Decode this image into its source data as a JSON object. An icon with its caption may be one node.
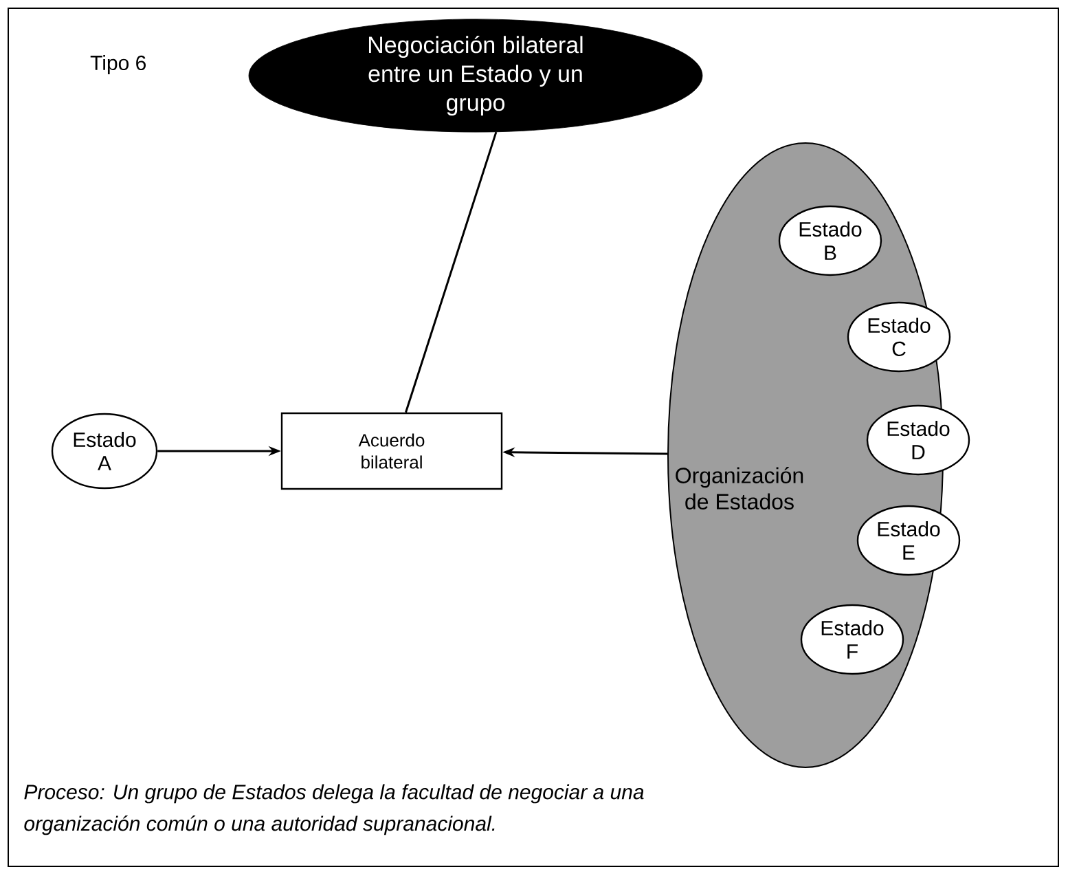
{
  "diagram": {
    "caption": "Proceso: Un grupo de Estados delega la facultad de negociar a una organización común o una autoridad supranacional.",
    "nodes": [
      {
        "text": [
          "Negociación bilateral entre un Estado y un grupo"
        ]
      },
      {
        "text": [
          "Estado A"
        ]
      },
      {
        "text": [
          "Acuerdo bilateral"
        ]
      },
      {
        "text": [
          "Organización de Estados"
        ]
      },
      {
        "text": [
          "Estado B"
        ],
        "in": 3
      },
      {
        "text": [
          "Estado C"
        ],
        "in": 3
      },
      {
        "text": [
          "Estado D"
        ],
        "in": 3
      },
      {
        "text": [
          "Estado E"
        ],
        "in": 3
      },
      {
        "text": [
          "Estado F"
        ],
        "in": 3
      }
    ],
    "edges": [
      {
        "from": 1,
        "to": 2,
        "arrow": "to"
      },
      {
        "from": 3,
        "to": 2,
        "arrow": "to"
      },
      {
        "from": 0,
        "to": 2,
        "arrow": "none"
      }
    ],
    "labels": [
      "Tipo 6"
    ]
  }
}
